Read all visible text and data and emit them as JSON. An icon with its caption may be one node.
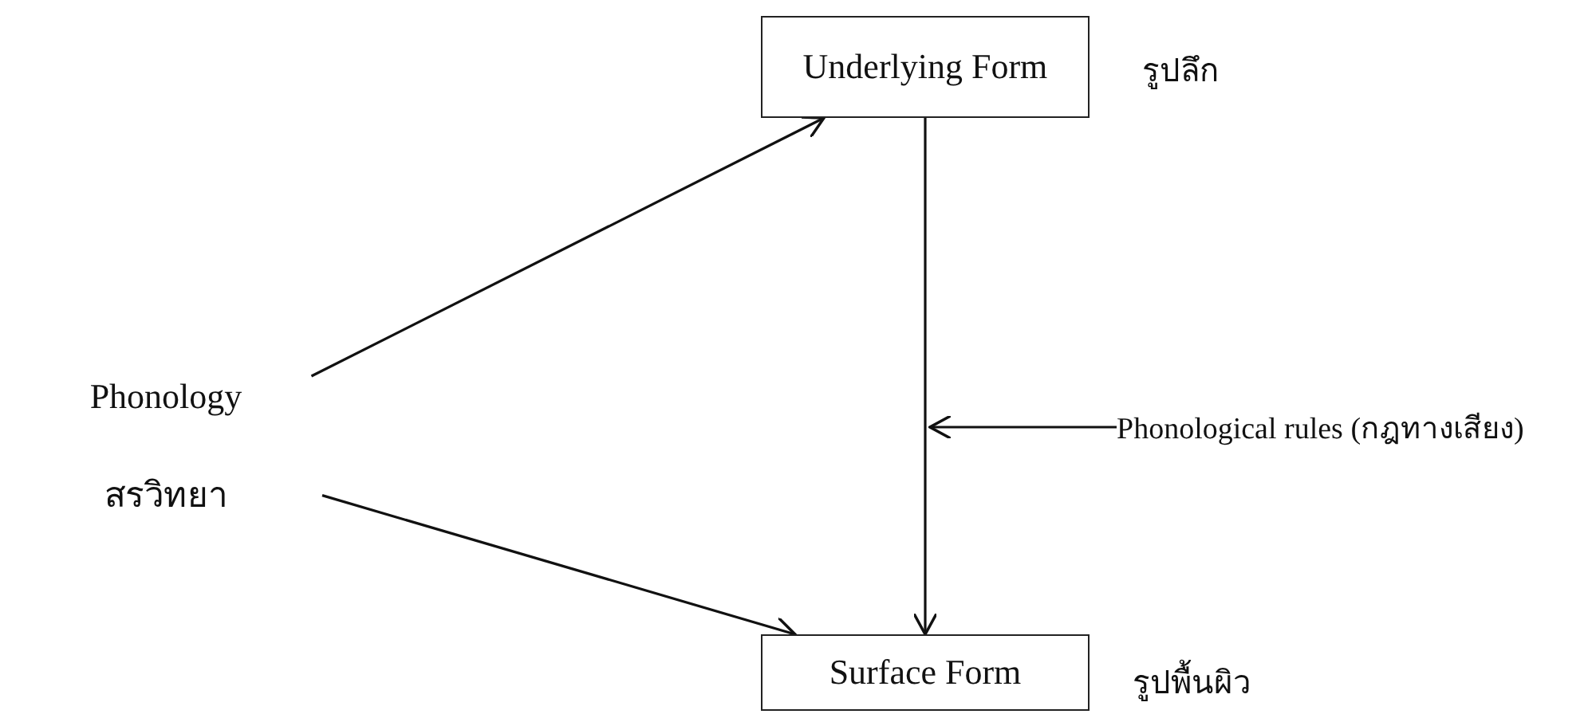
{
  "diagram": {
    "nodes": [
      {
        "text": [
          "Underlying Form"
        ],
        "beside": [
          "รูปลึก"
        ]
      },
      {
        "text": [
          "Surface Form"
        ],
        "beside": [
          "รูปพื้นผิว"
        ]
      },
      {
        "text": [
          "Phonology",
          "สรวิทยา"
        ]
      },
      {
        "text": [
          "Phonological rules (กฎทางเสียง)"
        ]
      }
    ],
    "edges": [
      {
        "from": 0,
        "to": 1,
        "arrow": "to"
      },
      {
        "from": 3,
        "to": null,
        "arrow": "to"
      },
      {
        "from": 2,
        "to": 0,
        "arrow": "to"
      },
      {
        "from": 2,
        "to": 1,
        "arrow": "to"
      }
    ]
  }
}
